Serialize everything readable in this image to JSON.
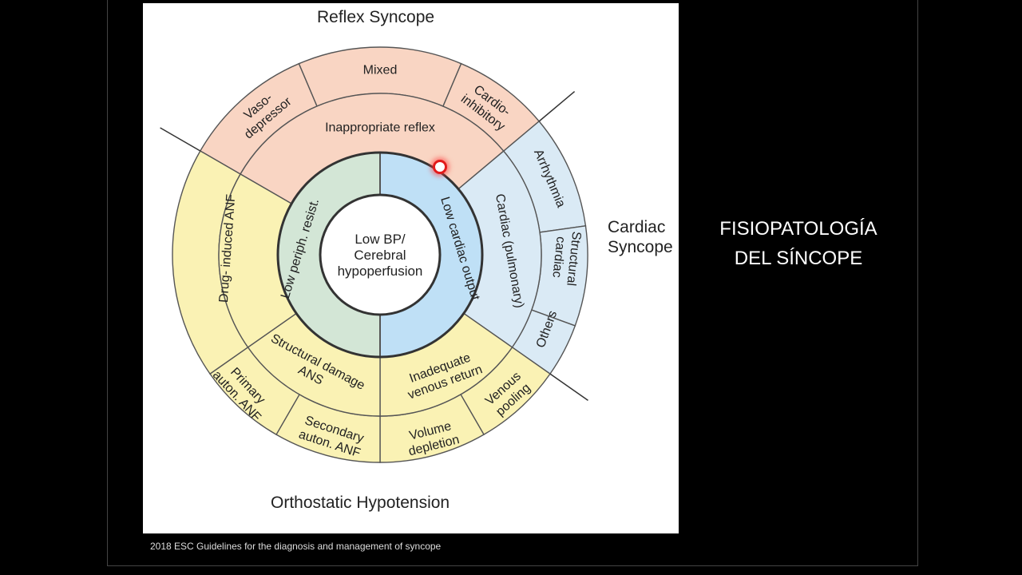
{
  "categories": {
    "reflex": "Reflex Syncope",
    "cardiac_line1": "Cardiac",
    "cardiac_line2": "Syncope",
    "orthostatic": "Orthostatic Hypotension"
  },
  "center": [
    "Low BP/",
    "Cerebral",
    "hypoperfusion"
  ],
  "inner": {
    "left": "Low periph. resist.",
    "right": "Low cardiac output"
  },
  "middle": {
    "top": "Inappropriate reflex",
    "right": "Cardiac (pulmonary)",
    "bottom_left": [
      "Structural damage",
      "ANS"
    ],
    "bottom_right": [
      "Inadequate",
      "venous return"
    ],
    "left": "Drug- induced ANF"
  },
  "outer": {
    "vasodepressor": [
      "Vaso-",
      "depressor"
    ],
    "mixed": "Mixed",
    "cardioinhibitory": [
      "Cardio-",
      "inhibitory"
    ],
    "arrhythmia": "Arrhythmia",
    "structural_cardiac": [
      "Structural",
      "cardiac"
    ],
    "others": "Others",
    "venous_pooling": [
      "Venous",
      "pooling"
    ],
    "volume_depletion": [
      "Volume",
      "depletion"
    ],
    "secondary_auton": [
      "Secondary",
      "auton. ANF"
    ],
    "primary_auton": [
      "Primary",
      "auton. ANF"
    ]
  },
  "colors": {
    "reflex": "#f9d5c3",
    "cardiac": "#daeaf5",
    "orthostatic": "#faf2b4",
    "inner_left": "#d3e6d6",
    "inner_right": "#bfe0f6",
    "stroke": "#555555"
  },
  "slide_title": [
    "FISIOPATOLOGÍA",
    "DEL SÍNCOPE"
  ],
  "footer": "2018 ESC Guidelines for the diagnosis and management of syncope"
}
